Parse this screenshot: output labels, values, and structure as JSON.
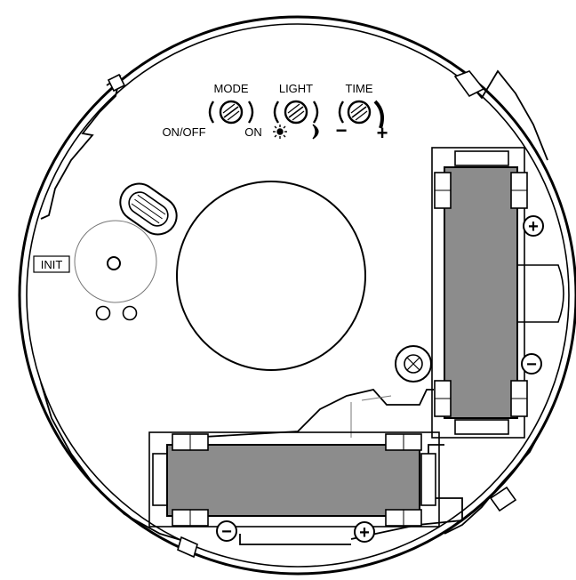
{
  "controls": {
    "mode": {
      "label": "MODE",
      "left": "ON/OFF",
      "right": "ON"
    },
    "light": {
      "label": "LIGHT",
      "left_icon": "sun-icon",
      "right_icon": "moon-icon"
    },
    "time": {
      "label": "TIME",
      "left": "−",
      "right": "+"
    }
  },
  "init": {
    "label": "INIT"
  },
  "battery_vertical": {
    "top_terminal": "+",
    "bottom_terminal": "−"
  },
  "battery_horizontal": {
    "left_terminal": "−",
    "right_terminal": "+"
  },
  "colors": {
    "battery_fill": "#8c8c8c",
    "line": "#000000",
    "thin_line": "#777777"
  }
}
